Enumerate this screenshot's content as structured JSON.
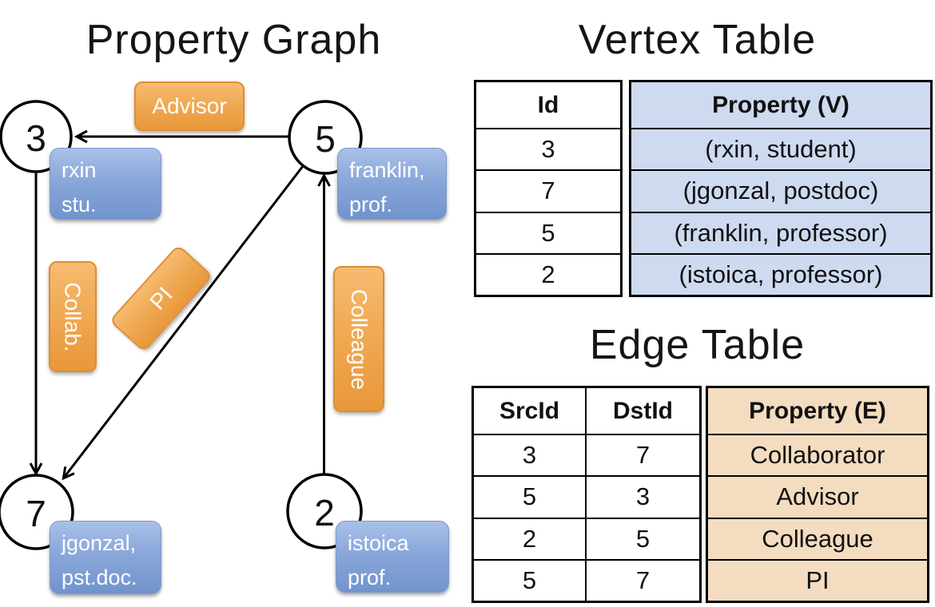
{
  "colors": {
    "edge_label_fill_top": "#F6BB70",
    "edge_label_fill_bottom": "#E8983A",
    "edge_label_border": "#DD8E33",
    "vertex_label_fill_top": "#A9C0E8",
    "vertex_label_fill_bottom": "#7193CD",
    "vertex_table_fill": "#CEDAF0",
    "edge_table_fill": "#F4DCC0",
    "label_text": "#FFFFFF",
    "line_color": "#000000"
  },
  "graph": {
    "title": "Property Graph",
    "nodes": [
      {
        "id": "3",
        "prop_line1": "rxin",
        "prop_line2": "stu."
      },
      {
        "id": "5",
        "prop_line1": "franklin,",
        "prop_line2": "prof."
      },
      {
        "id": "7",
        "prop_line1": "jgonzal,",
        "prop_line2": "pst.doc."
      },
      {
        "id": "2",
        "prop_line1": "istoica",
        "prop_line2": "prof."
      }
    ],
    "edge_labels": {
      "advisor": "Advisor",
      "collab": "Collab.",
      "pi": "PI",
      "colleague": "Colleague"
    }
  },
  "vertex_table": {
    "title": "Vertex Table",
    "headers": {
      "id": "Id",
      "property": "Property (V)"
    },
    "rows": [
      {
        "id": "3",
        "property": "(rxin, student)"
      },
      {
        "id": "7",
        "property": "(jgonzal, postdoc)"
      },
      {
        "id": "5",
        "property": "(franklin, professor)"
      },
      {
        "id": "2",
        "property": "(istoica, professor)"
      }
    ]
  },
  "edge_table": {
    "title": "Edge Table",
    "headers": {
      "src": "SrcId",
      "dst": "DstId",
      "property": "Property (E)"
    },
    "rows": [
      {
        "src": "3",
        "dst": "7",
        "property": "Collaborator"
      },
      {
        "src": "5",
        "dst": "3",
        "property": "Advisor"
      },
      {
        "src": "2",
        "dst": "5",
        "property": "Colleague"
      },
      {
        "src": "5",
        "dst": "7",
        "property": "PI"
      }
    ]
  }
}
